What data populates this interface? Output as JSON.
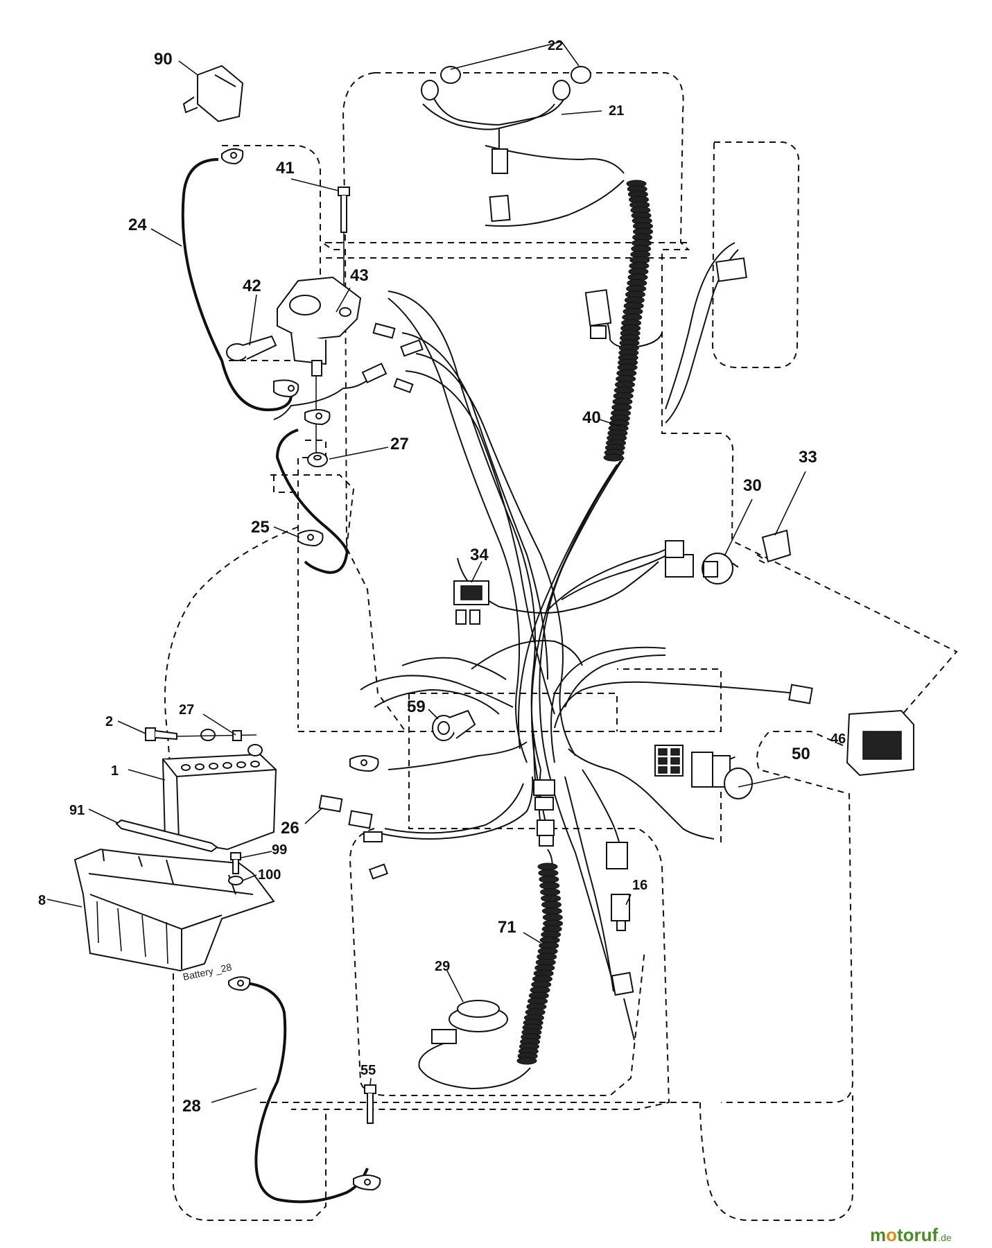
{
  "callouts": [
    {
      "id": "90",
      "label": "90"
    },
    {
      "id": "22",
      "label": "22"
    },
    {
      "id": "21",
      "label": "21"
    },
    {
      "id": "41",
      "label": "41"
    },
    {
      "id": "24",
      "label": "24"
    },
    {
      "id": "42",
      "label": "42"
    },
    {
      "id": "43",
      "label": "43"
    },
    {
      "id": "40",
      "label": "40"
    },
    {
      "id": "27a",
      "label": "27"
    },
    {
      "id": "33",
      "label": "33"
    },
    {
      "id": "30",
      "label": "30"
    },
    {
      "id": "25",
      "label": "25"
    },
    {
      "id": "34",
      "label": "34"
    },
    {
      "id": "59",
      "label": "59"
    },
    {
      "id": "2",
      "label": "2"
    },
    {
      "id": "27b",
      "label": "27"
    },
    {
      "id": "1",
      "label": "1"
    },
    {
      "id": "46",
      "label": "46"
    },
    {
      "id": "50",
      "label": "50"
    },
    {
      "id": "91",
      "label": "91"
    },
    {
      "id": "26",
      "label": "26"
    },
    {
      "id": "99",
      "label": "99"
    },
    {
      "id": "100",
      "label": "100"
    },
    {
      "id": "8",
      "label": "8"
    },
    {
      "id": "16",
      "label": "16"
    },
    {
      "id": "71",
      "label": "71"
    },
    {
      "id": "29",
      "label": "29"
    },
    {
      "id": "55",
      "label": "55"
    },
    {
      "id": "28",
      "label": "28"
    }
  ],
  "battery_stamp": "Battery _28",
  "watermark": {
    "text_1": "m",
    "text_o": "o",
    "text_2": "toruf",
    "suffix": ".de"
  }
}
